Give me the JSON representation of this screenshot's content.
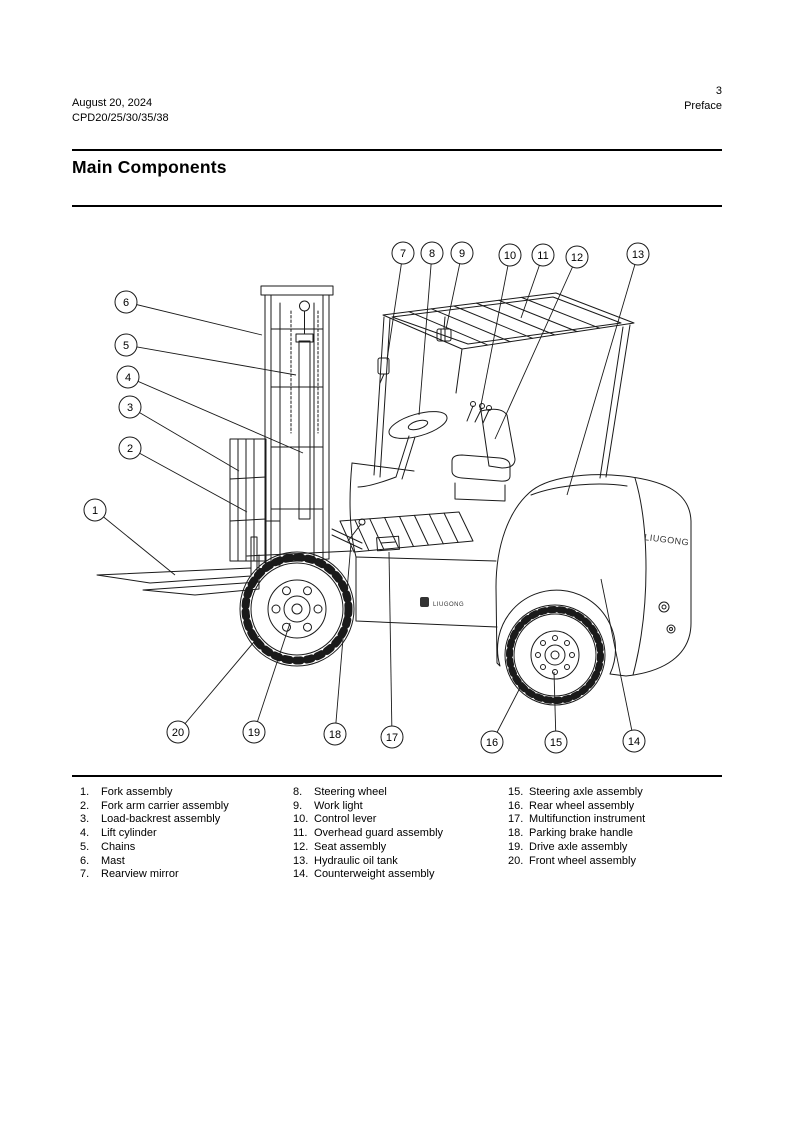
{
  "header": {
    "date": "August 20, 2024",
    "model": "CPD20/25/30/35/38",
    "page_number": "3",
    "section": "Preface"
  },
  "title": "Main Components",
  "diagram": {
    "brand": "LIUGONG",
    "callouts": [
      "1",
      "2",
      "3",
      "4",
      "5",
      "6",
      "7",
      "8",
      "9",
      "10",
      "11",
      "12",
      "13",
      "14",
      "15",
      "16",
      "17",
      "18",
      "19",
      "20"
    ]
  },
  "legend": {
    "col1": [
      {
        "num": "1.",
        "label": "Fork assembly"
      },
      {
        "num": "2.",
        "label": "Fork arm carrier assembly"
      },
      {
        "num": "3.",
        "label": "Load-backrest assembly"
      },
      {
        "num": "4.",
        "label": "Lift cylinder"
      },
      {
        "num": "5.",
        "label": "Chains"
      },
      {
        "num": "6.",
        "label": "Mast"
      },
      {
        "num": "7.",
        "label": "Rearview mirror"
      }
    ],
    "col2": [
      {
        "num": "8.",
        "label": "Steering wheel"
      },
      {
        "num": "9.",
        "label": "Work light"
      },
      {
        "num": "10.",
        "label": "Control lever"
      },
      {
        "num": "11.",
        "label": "Overhead guard assembly"
      },
      {
        "num": "12.",
        "label": "Seat assembly"
      },
      {
        "num": "13.",
        "label": "Hydraulic oil tank"
      },
      {
        "num": "14.",
        "label": "Counterweight assembly"
      }
    ],
    "col3": [
      {
        "num": "15.",
        "label": "Steering axle assembly"
      },
      {
        "num": "16.",
        "label": "Rear wheel assembly"
      },
      {
        "num": "17.",
        "label": "Multifunction instrument"
      },
      {
        "num": "18.",
        "label": "Parking brake handle"
      },
      {
        "num": "19.",
        "label": "Drive axle assembly"
      },
      {
        "num": "20.",
        "label": "Front wheel assembly"
      }
    ]
  }
}
